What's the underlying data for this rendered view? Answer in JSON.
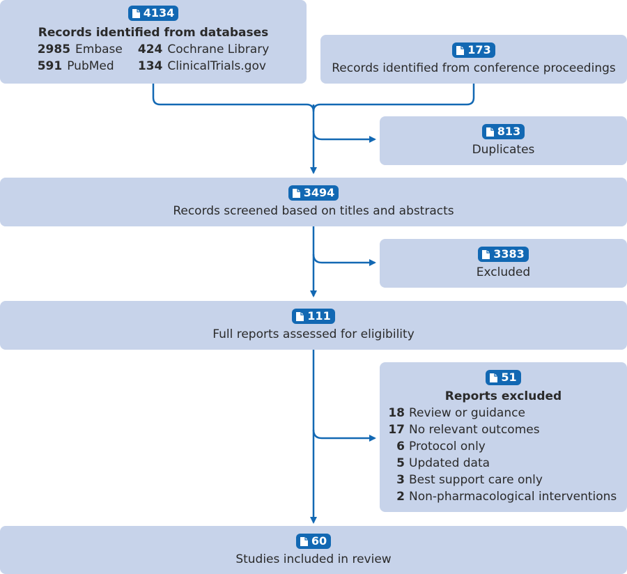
{
  "colors": {
    "box": "#c7d3ea",
    "accent": "#1268b3",
    "text": "#2a2a2a"
  },
  "icons": {
    "badge": "document-icon"
  },
  "databases": {
    "count": "4134",
    "title": "Records identified from databases",
    "sources": [
      {
        "n": "2985",
        "name": "Embase"
      },
      {
        "n": "424",
        "name": "Cochrane Library"
      },
      {
        "n": "591",
        "name": "PubMed"
      },
      {
        "n": "134",
        "name": "ClinicalTrials.gov"
      }
    ]
  },
  "conference": {
    "count": "173",
    "label": "Records identified from conference proceedings"
  },
  "duplicates": {
    "count": "813",
    "label": "Duplicates"
  },
  "screened": {
    "count": "3494",
    "label": "Records screened based on titles and abstracts"
  },
  "excluded": {
    "count": "3383",
    "label": "Excluded"
  },
  "full_reports": {
    "count": "111",
    "label": "Full reports assessed for eligibility"
  },
  "reports_excluded": {
    "count": "51",
    "title": "Reports excluded",
    "reasons": [
      {
        "n": "18",
        "text": "Review or guidance"
      },
      {
        "n": "17",
        "text": "No relevant outcomes"
      },
      {
        "n": "6",
        "text": "Protocol only"
      },
      {
        "n": "5",
        "text": "Updated data"
      },
      {
        "n": "3",
        "text": "Best support care only"
      },
      {
        "n": "2",
        "text": "Non-pharmacological interventions"
      }
    ]
  },
  "included": {
    "count": "60",
    "label": "Studies included in review"
  }
}
